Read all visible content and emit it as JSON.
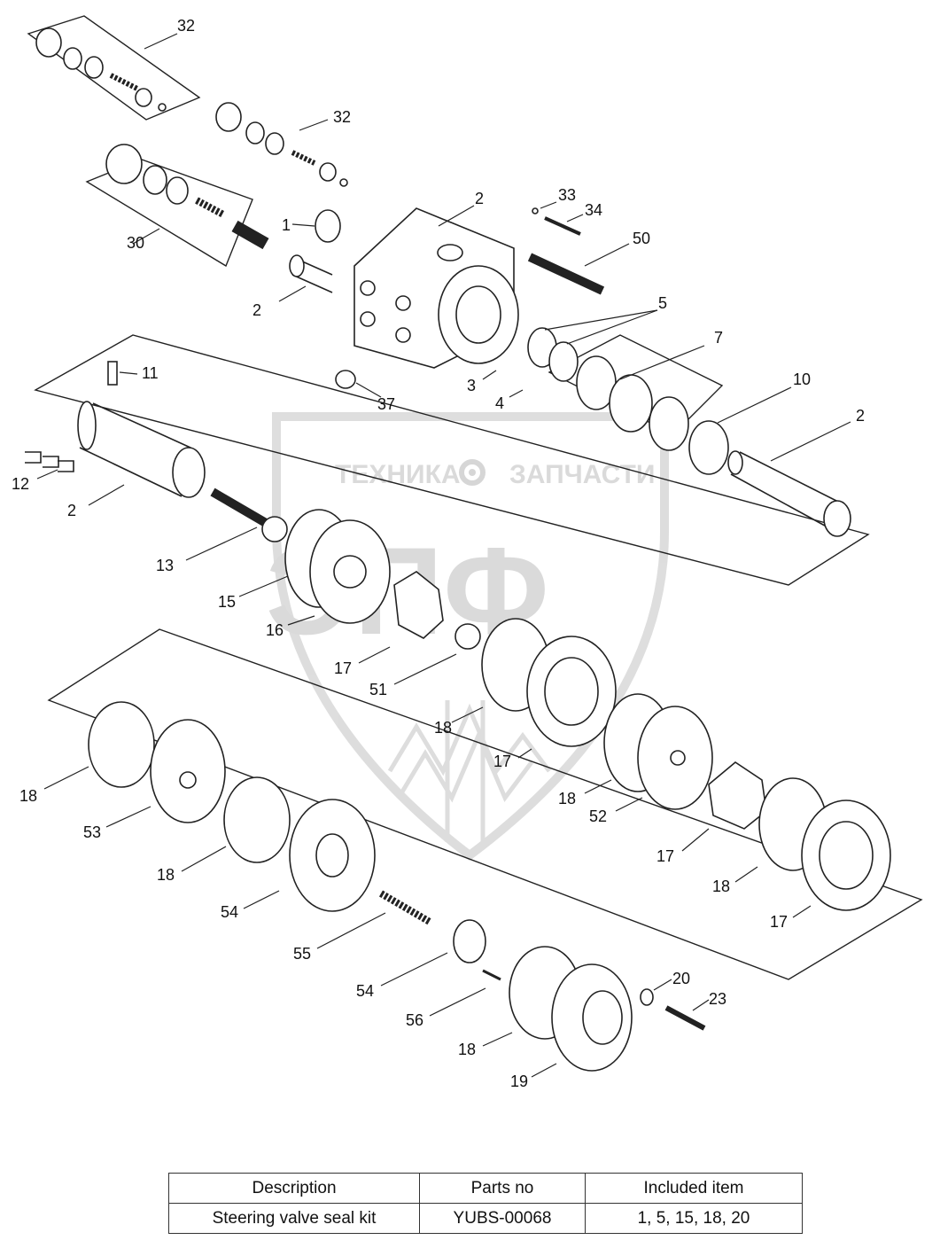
{
  "watermark": {
    "line1": "ТЕХНИКА",
    "line2": "ЗАПЧАСТИ",
    "logo": "ЭПФ",
    "gear_icon": "gear-icon"
  },
  "labels": [
    {
      "id": "l32a",
      "text": "32"
    },
    {
      "id": "l32b",
      "text": "32"
    },
    {
      "id": "l30",
      "text": "30"
    },
    {
      "id": "l1",
      "text": "1"
    },
    {
      "id": "l2a",
      "text": "2"
    },
    {
      "id": "l2b",
      "text": "2"
    },
    {
      "id": "l33",
      "text": "33"
    },
    {
      "id": "l34",
      "text": "34"
    },
    {
      "id": "l50",
      "text": "50"
    },
    {
      "id": "l5",
      "text": "5"
    },
    {
      "id": "l7",
      "text": "7"
    },
    {
      "id": "l10",
      "text": "10"
    },
    {
      "id": "l2c",
      "text": "2"
    },
    {
      "id": "l3",
      "text": "3"
    },
    {
      "id": "l4",
      "text": "4"
    },
    {
      "id": "l37",
      "text": "37"
    },
    {
      "id": "l11",
      "text": "11"
    },
    {
      "id": "l12",
      "text": "12"
    },
    {
      "id": "l2d",
      "text": "2"
    },
    {
      "id": "l13",
      "text": "13"
    },
    {
      "id": "l15",
      "text": "15"
    },
    {
      "id": "l16",
      "text": "16"
    },
    {
      "id": "l17a",
      "text": "17"
    },
    {
      "id": "l51",
      "text": "51"
    },
    {
      "id": "l18a",
      "text": "18"
    },
    {
      "id": "l17b",
      "text": "17"
    },
    {
      "id": "l18b",
      "text": "18"
    },
    {
      "id": "l52",
      "text": "52"
    },
    {
      "id": "l17c",
      "text": "17"
    },
    {
      "id": "l18c",
      "text": "18"
    },
    {
      "id": "l17d",
      "text": "17"
    },
    {
      "id": "l18d",
      "text": "18"
    },
    {
      "id": "l53",
      "text": "53"
    },
    {
      "id": "l18e",
      "text": "18"
    },
    {
      "id": "l54a",
      "text": "54"
    },
    {
      "id": "l55",
      "text": "55"
    },
    {
      "id": "l54b",
      "text": "54"
    },
    {
      "id": "l56",
      "text": "56"
    },
    {
      "id": "l20",
      "text": "20"
    },
    {
      "id": "l23",
      "text": "23"
    },
    {
      "id": "l18f",
      "text": "18"
    },
    {
      "id": "l19",
      "text": "19"
    }
  ],
  "kit_table": {
    "headers": [
      "Description",
      "Parts no",
      "Included item"
    ],
    "row": [
      "Steering valve seal kit",
      "YUBS-00068",
      "1, 5, 15, 18, 20"
    ]
  }
}
